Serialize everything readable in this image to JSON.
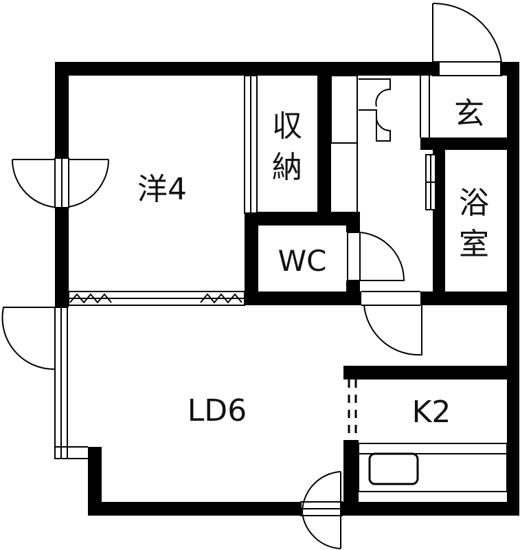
{
  "rooms": {
    "western": "洋4",
    "storage_line1": "収",
    "storage_line2": "納",
    "toilet": "WC",
    "entrance": "玄",
    "bath_line1": "浴",
    "bath_line2": "室",
    "living_dining": "LD6",
    "kitchen": "K2"
  }
}
